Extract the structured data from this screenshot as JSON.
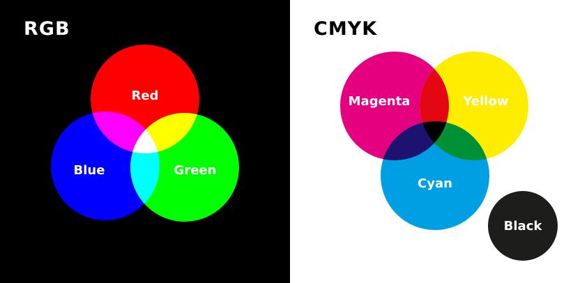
{
  "rgb": {
    "title": "RGB",
    "background": "#000000",
    "circles": [
      {
        "label": "Red",
        "color": "#ff0000"
      },
      {
        "label": "Blue",
        "color": "#0000ff"
      },
      {
        "label": "Green",
        "color": "#00ff00"
      }
    ],
    "overlaps": {
      "red_blue": "#ff00ff",
      "red_green": "#ffff00",
      "blue_green": "#00ffff",
      "all": "#ffffff"
    }
  },
  "cmyk": {
    "title": "CMYK",
    "background": "#ffffff",
    "circles": [
      {
        "label": "Magenta",
        "color": "#e4007f"
      },
      {
        "label": "Yellow",
        "color": "#ffed00"
      },
      {
        "label": "Cyan",
        "color": "#009fe3"
      },
      {
        "label": "Black",
        "color": "#1d1d1b"
      }
    ],
    "overlaps": {
      "magenta_yellow": "#e30613",
      "magenta_cyan": "#1d1270",
      "yellow_cyan": "#009036",
      "all": "#000000"
    }
  }
}
